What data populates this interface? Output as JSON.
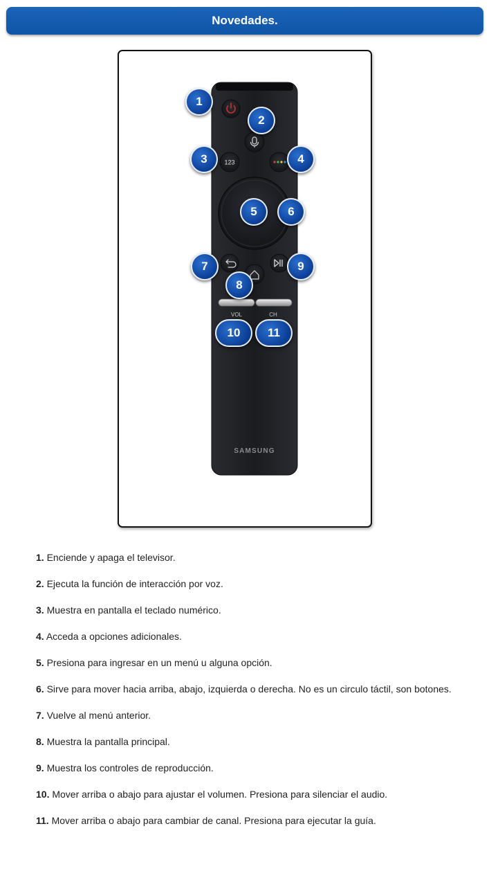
{
  "header": {
    "title": "Novedades."
  },
  "remote": {
    "brand": "SAMSUNG",
    "keypad_label": "123",
    "vol_label": "VOL",
    "ch_label": "CH",
    "callouts": [
      "1",
      "2",
      "3",
      "4",
      "5",
      "6",
      "7",
      "8",
      "9",
      "10",
      "11"
    ],
    "colors": {
      "body": "#1c1d21",
      "power": "#c8322c",
      "callout": "#0f4ca5"
    }
  },
  "items": [
    {
      "num": "1.",
      "text": "Enciende y apaga el televisor."
    },
    {
      "num": "2.",
      "text": "Ejecuta la función de interacción por voz."
    },
    {
      "num": "3.",
      "text": "Muestra en pantalla el teclado numérico."
    },
    {
      "num": "4.",
      "text": "Acceda a opciones adicionales."
    },
    {
      "num": "5.",
      "text": "Presiona para ingresar en un menú u alguna opción."
    },
    {
      "num": "6.",
      "text": "Sirve para mover hacia arriba, abajo, izquierda o derecha. No es un circulo táctil, son botones."
    },
    {
      "num": "7.",
      "text": "Vuelve al menú anterior."
    },
    {
      "num": "8.",
      "text": "Muestra la pantalla principal."
    },
    {
      "num": "9.",
      "text": "Muestra los controles de reproducción."
    },
    {
      "num": "10.",
      "text": "Mover arriba o abajo para ajustar el volumen. Presiona para silenciar el audio."
    },
    {
      "num": "11.",
      "text": "Mover arriba o abajo para cambiar de canal. Presiona para ejecutar la guía."
    }
  ]
}
